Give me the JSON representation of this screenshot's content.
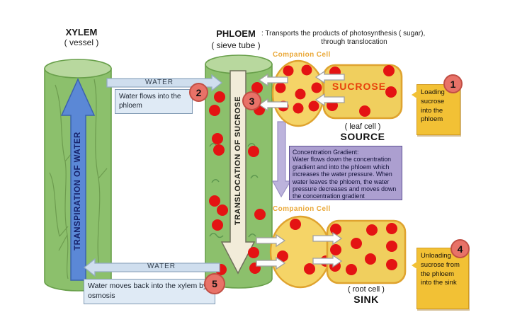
{
  "headers": {
    "xylem_title": "XYLEM",
    "xylem_subtitle": "( vessel )",
    "phloem_title": "PHLOEM",
    "phloem_desc_line1": ": Transports the products of photosynthesis ( sugar),",
    "phloem_desc_line2": "through translocation",
    "phloem_subtitle": "( sieve tube )"
  },
  "xylem": {
    "flow_label": "TRANSPIRATION OF WATER"
  },
  "phloem": {
    "flow_label": "TRANSLOCATION OF SUCROSE"
  },
  "arrows": {
    "water_top_label": "WATER",
    "water_bottom_label": "WATER"
  },
  "notes": {
    "step2": "Water flows into the phloem",
    "step5": "Water moves back into the xylem by osmosis"
  },
  "badges": {
    "b1": "1",
    "b2": "2",
    "b3": "3",
    "b4": "4",
    "b5": "5"
  },
  "source": {
    "companion_label": "Companion Cell",
    "cell_word": "SUCROSE",
    "cell_sub": "( leaf cell )",
    "cell_title": "SOURCE",
    "sticky": "Loading sucrose into the phloem"
  },
  "sink": {
    "companion_label": "Companion Cell",
    "cell_sub": "( root cell )",
    "cell_title": "SINK",
    "sticky": "Unloading sucrose from the phloem into the sink"
  },
  "gradient_box": {
    "title": "Concentration Gradient:",
    "body": "Water flows down the concentration gradient and into the phloem which increases the water pressure. When water leaves the phloem, the water pressure decreases and moves down the concentration gradient"
  },
  "colors": {
    "tube_green": "#8cc06c",
    "tube_green_dark": "#69a04b",
    "tube_green_light": "#b8d89e",
    "xylem_arrow_blue": "#5b88d6",
    "phloem_arrow_cream": "#f2ecd9",
    "water_arrow_blue": "#cfdeee",
    "cell_yellow": "#f5d467",
    "cell_yellow_border": "#dfa32f",
    "sucrose_red": "#e41313",
    "badge_red": "#e87268",
    "sticky_yellow": "#f2c135",
    "gradient_purple": "#ac9fd0"
  }
}
